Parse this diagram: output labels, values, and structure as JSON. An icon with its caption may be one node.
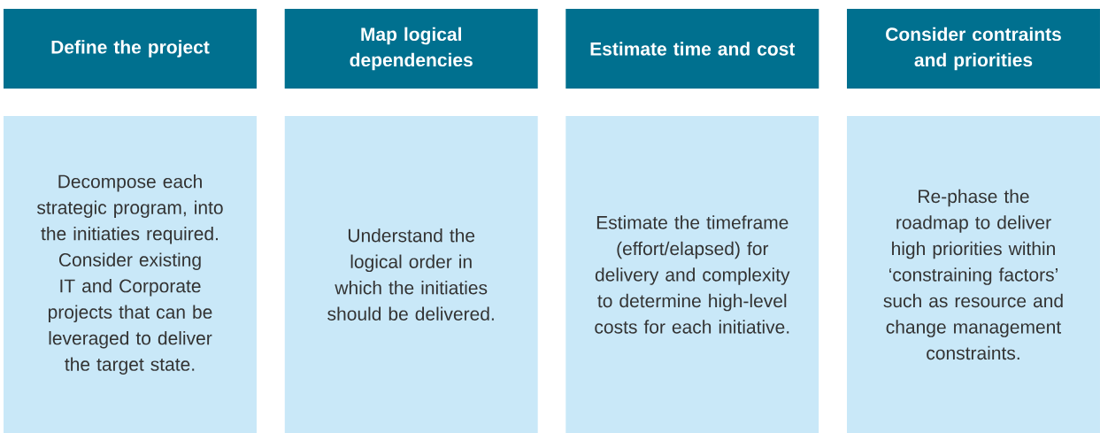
{
  "diagram": {
    "nodes": [
      {
        "text": [
          "Define the project"
        ]
      },
      {
        "text": [
          "Map logical dependencies"
        ]
      },
      {
        "text": [
          "Estimate time and cost"
        ]
      },
      {
        "text": [
          "Consider contraints and priorities"
        ]
      },
      {
        "text": [
          "Decompose each strategic program, into the initiaties required. Consider existing IT and Corporate projects that can be leveraged to deliver the target state."
        ]
      },
      {
        "text": [
          "Understand the logical order in which the initiaties should be delivered."
        ]
      },
      {
        "text": [
          "Estimate the timeframe (effort/elapsed) for delivery and complexity to determine high-level costs for each initiative."
        ]
      },
      {
        "text": [
          "Re-phase the roadmap to deliver high priorities within ‘constraining factors’ such as resource and change management constraints."
        ]
      }
    ]
  }
}
